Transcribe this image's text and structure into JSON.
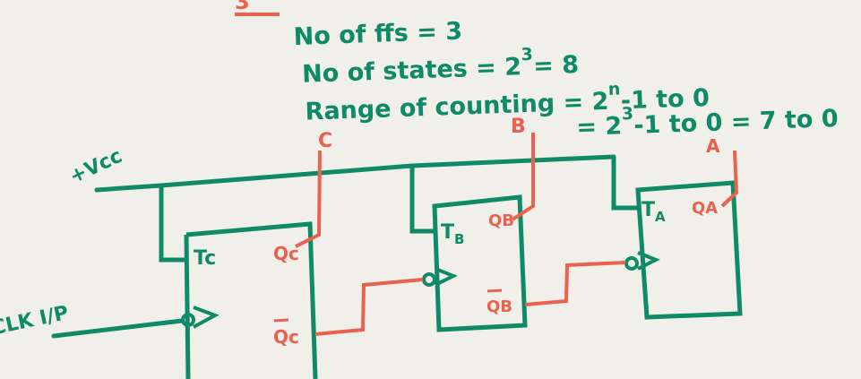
{
  "notes": {
    "heading_fragment": "3",
    "line1": "No of ffs = 3",
    "line2_prefix": "No of states = 2",
    "line2_exp": "3",
    "line2_suffix": "= 8",
    "line3_prefix": "Range of counting = 2",
    "line3_exp": "n",
    "line3_suffix": "-1 to 0",
    "line4_prefix": "= 2",
    "line4_exp": "3",
    "line4_suffix": "-1 to 0 = 7 to 0"
  },
  "circuit": {
    "vcc_label": "+Vcc",
    "clk_label": "CLK I/P",
    "ff_c": {
      "t_label": "Tc",
      "q_label": "Qc",
      "qbar_label": "Qc",
      "out_label": "C"
    },
    "ff_b": {
      "t_label": "T",
      "t_sub": "B",
      "q_label": "QB",
      "qbar_label": "QB",
      "out_label": "B"
    },
    "ff_a": {
      "t_label": "T",
      "t_sub": "A",
      "q_label": "QA",
      "out_label": "A"
    }
  },
  "colors": {
    "green": "#0f8a66",
    "red": "#e8624f",
    "paper": "#f1efea"
  }
}
